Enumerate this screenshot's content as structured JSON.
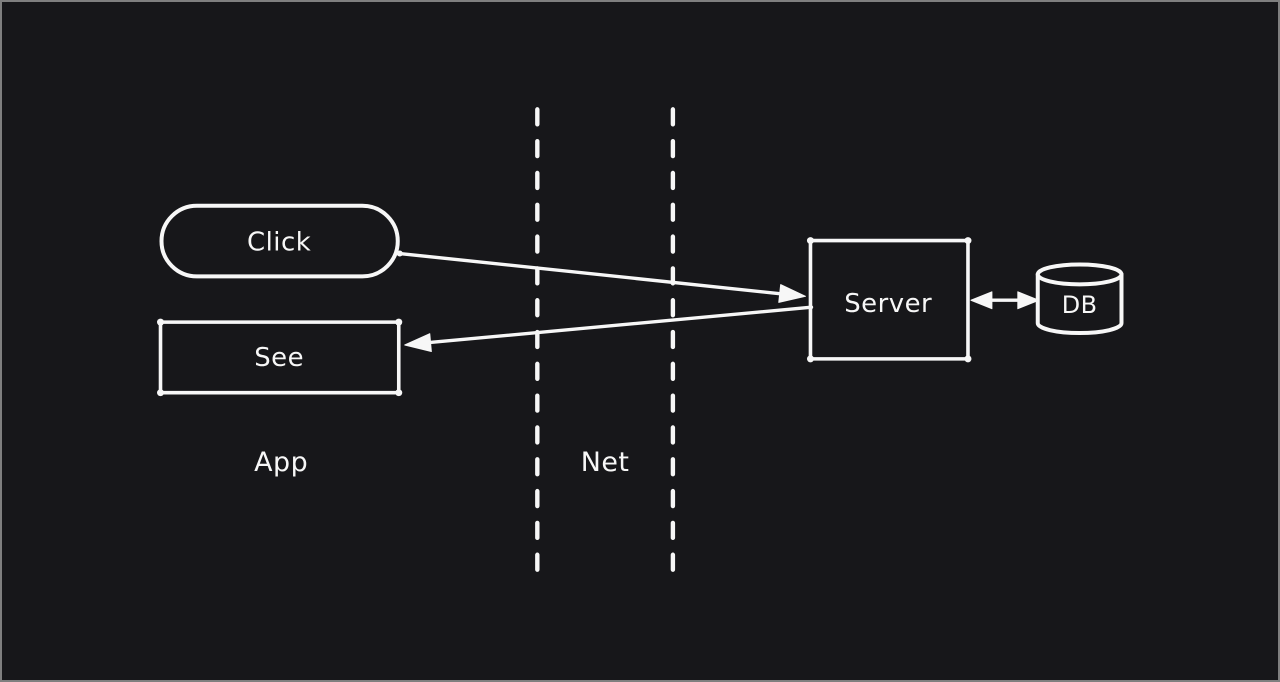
{
  "colors": {
    "background": "#17171a",
    "stroke": "#f7f7f7",
    "frame_border": "#7f7f7f"
  },
  "diagram": {
    "nodes": {
      "click": {
        "label": "Click",
        "shape": "pill"
      },
      "see": {
        "label": "See",
        "shape": "rectangle"
      },
      "server": {
        "label": "Server",
        "shape": "rectangle"
      },
      "db": {
        "label": "DB",
        "shape": "cylinder"
      }
    },
    "zones": {
      "app": {
        "label": "App"
      },
      "net": {
        "label": "Net"
      }
    },
    "edges": [
      {
        "from": "click",
        "to": "server",
        "type": "arrow"
      },
      {
        "from": "server",
        "to": "see",
        "type": "arrow"
      },
      {
        "from": "server",
        "to": "db",
        "type": "double-arrow"
      }
    ]
  }
}
